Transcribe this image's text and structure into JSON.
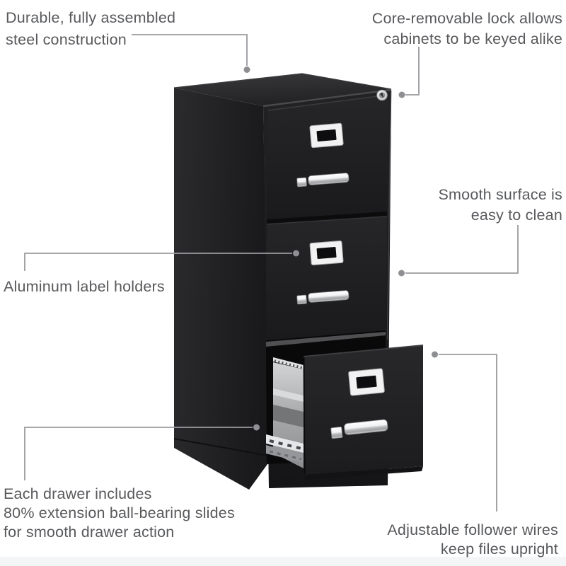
{
  "figure": {
    "type": "annotated-product-diagram",
    "subject": "black 3-drawer vertical file cabinet with bottom drawer open",
    "background": "#ffffff"
  },
  "palette": {
    "text_gray": "#58595c",
    "leader_line_gray": "#9b9b9e",
    "leader_dot_gray": "#8e8f93",
    "cabinet_black": "#1d1d1f",
    "chrome_silver": "#ececee",
    "slide_gray": "#aeb0b2"
  },
  "callouts": {
    "steel": {
      "lines": [
        "Durable, fully assembled",
        "steel construction"
      ]
    },
    "lock": {
      "lines": [
        "Core-removable lock allows",
        "cabinets to be keyed alike"
      ]
    },
    "surface": {
      "lines": [
        "Smooth surface is",
        "easy to clean"
      ]
    },
    "label_holders": {
      "lines": [
        "Aluminum label holders"
      ]
    },
    "slides": {
      "lines": [
        "Each drawer includes",
        "80% extension ball-bearing slides",
        "for smooth drawer action"
      ]
    },
    "follower_wires": {
      "lines": [
        "Adjustable follower wires",
        "keep files upright"
      ]
    }
  }
}
